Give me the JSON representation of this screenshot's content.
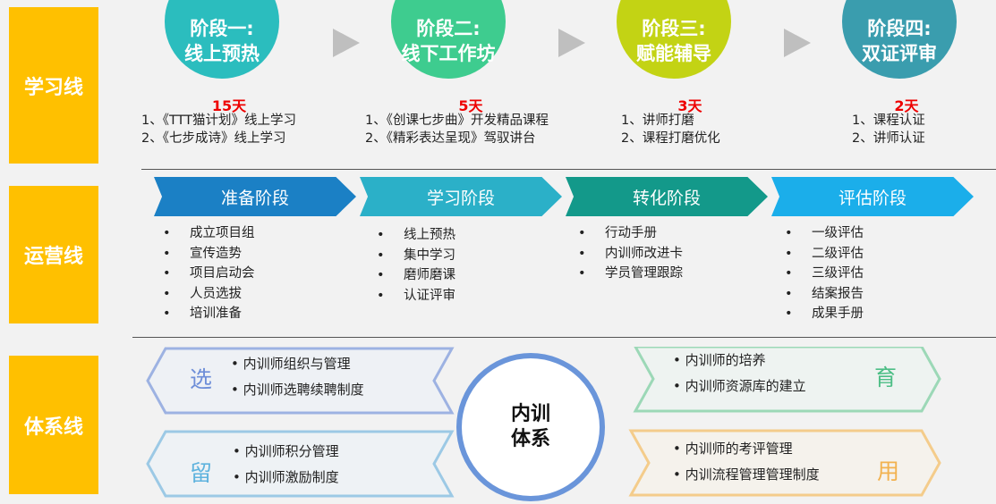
{
  "lines": {
    "learning": "学习线",
    "operation": "运营线",
    "system": "体系线"
  },
  "stages": [
    {
      "title1": "阶段一:",
      "title2": "线上预热",
      "days": "15天",
      "items": [
        "1、《TTT猫计划》线上学习",
        "2、《七步成诗》线上学习"
      ],
      "color": "#2BBDBE"
    },
    {
      "title1": "阶段二:",
      "title2": "线下工作坊",
      "days": "5天",
      "items": [
        "1、《创课七步曲》开发精品课程",
        "2、《精彩表达呈现》驾驭讲台"
      ],
      "color": "#3ECC8F"
    },
    {
      "title1": "阶段三:",
      "title2": "赋能辅导",
      "days": "3天",
      "items": [
        "1、讲师打磨",
        "2、课程打磨优化"
      ],
      "color": "#C3D314"
    },
    {
      "title1": "阶段四:",
      "title2": "双证评审",
      "days": "2天",
      "items": [
        "1、课程认证",
        "2、讲师认证"
      ],
      "color": "#3A9DAE"
    }
  ],
  "phases": [
    {
      "label": "准备阶段",
      "items": [
        "成立项目组",
        "宣传造势",
        "项目启动会",
        "人员选拔",
        "培训准备"
      ],
      "color": "#1B80C5"
    },
    {
      "label": "学习阶段",
      "items": [
        "线上预热",
        "集中学习",
        "磨师磨课",
        "认证评审"
      ],
      "color": "#2BB0C8"
    },
    {
      "label": "转化阶段",
      "items": [
        "行动手册",
        "内训师改进卡",
        "学员管理跟踪"
      ],
      "color": "#13998A"
    },
    {
      "label": "评估阶段",
      "items": [
        "一级评估",
        "二级评估",
        "三级评估",
        "结案报告",
        "成果手册"
      ],
      "color": "#1BAEEA"
    }
  ],
  "system": {
    "center1": "内训",
    "center2": "体系",
    "select": {
      "char": "选",
      "items": [
        "内训师组织与管理",
        "内训师选聘续聘制度"
      ]
    },
    "retain": {
      "char": "留",
      "items": [
        "内训师积分管理",
        "内训师激励制度"
      ]
    },
    "develop": {
      "char": "育",
      "items": [
        "内训师的培养",
        "内训师资源库的建立"
      ]
    },
    "use": {
      "char": "用",
      "items": [
        "内训师的考评管理",
        "内训流程管理管理制度"
      ]
    }
  }
}
